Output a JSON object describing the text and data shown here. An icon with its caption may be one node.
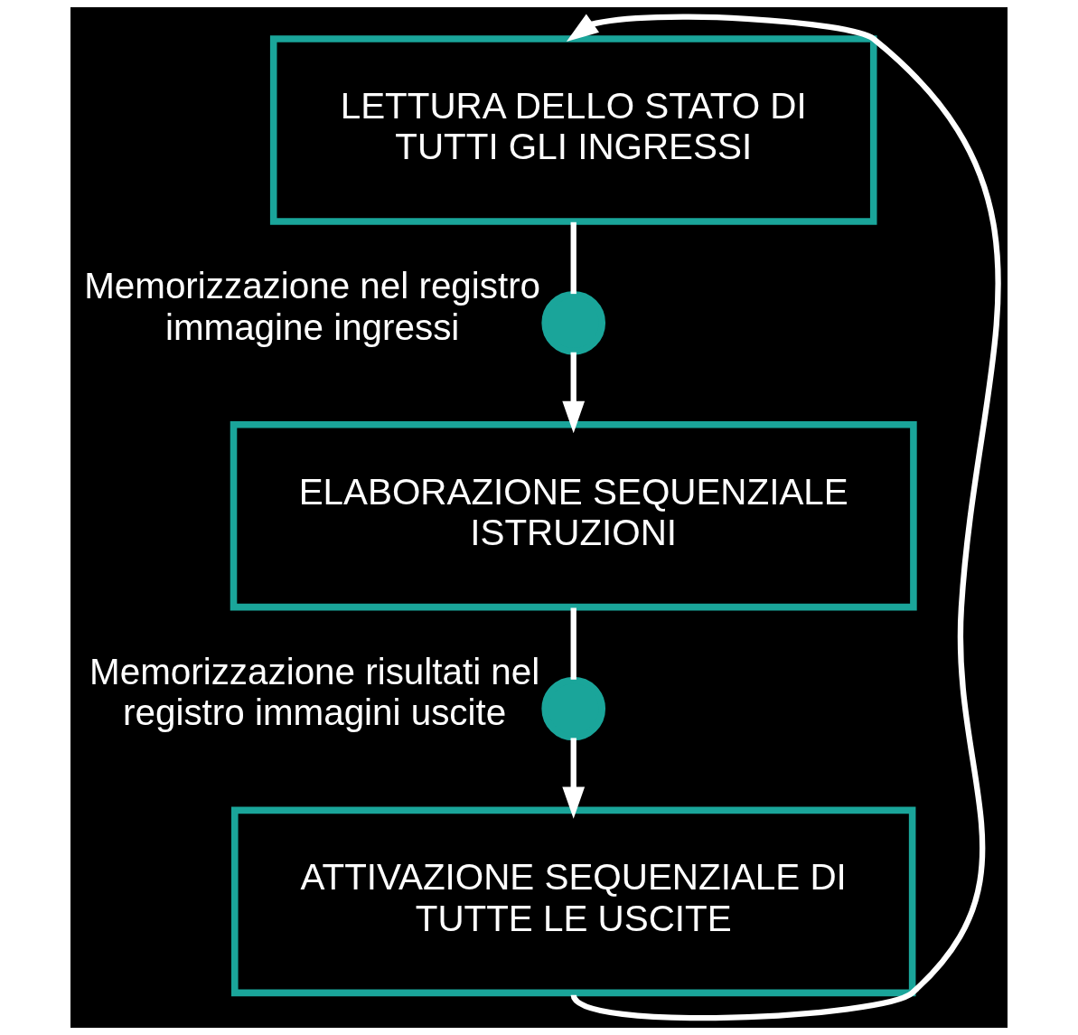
{
  "diagram": {
    "nodes": [
      {
        "text": [
          "LETTURA DELLO STATO DI TUTTI GLI INGRESSI"
        ]
      },
      {
        "text": [],
        "shape": "circle",
        "beside": [
          "Memorizzazione nel registro immagine ingressi"
        ]
      },
      {
        "text": [
          "ELABORAZIONE SEQUENZIALE ISTRUZIONI"
        ]
      },
      {
        "text": [],
        "shape": "circle",
        "beside": [
          "Memorizzazione risultati nel registro immagini uscite"
        ]
      },
      {
        "text": [
          "ATTIVAZIONE SEQUENZIALE DI TUTTE LE USCITE"
        ]
      }
    ],
    "edges": [
      {
        "from": 0,
        "to": 1,
        "arrow": "none"
      },
      {
        "from": 1,
        "to": 2,
        "arrow": "to"
      },
      {
        "from": 2,
        "to": 3,
        "arrow": "none"
      },
      {
        "from": 3,
        "to": 4,
        "arrow": "to"
      },
      {
        "from": 4,
        "to": 0,
        "arrow": "to"
      }
    ]
  }
}
